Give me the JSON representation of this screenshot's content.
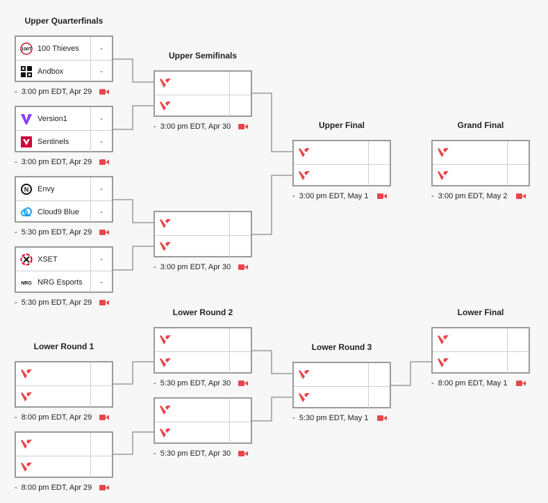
{
  "colors": {
    "accent": "#e8464b",
    "line": "#9a9a9a",
    "border": "#9a9a9a"
  },
  "rounds": {
    "upper_qf": "Upper Quarterfinals",
    "upper_sf": "Upper Semifinals",
    "upper_final": "Upper Final",
    "grand_final": "Grand Final",
    "lower_r1": "Lower Round 1",
    "lower_r2": "Lower Round 2",
    "lower_r3": "Lower Round 3",
    "lower_final": "Lower Final"
  },
  "matches": {
    "qf1": {
      "team1": "100 Thieves",
      "team2": "Andbox",
      "score1": "-",
      "score2": "-",
      "logo1": "100-thieves-logo",
      "logo2": "andbox-logo",
      "time": "3:00 pm EDT, Apr 29"
    },
    "qf2": {
      "team1": "Version1",
      "team2": "Sentinels",
      "score1": "-",
      "score2": "-",
      "logo1": "version1-logo",
      "logo2": "sentinels-logo",
      "time": "3:00 pm EDT, Apr 29"
    },
    "qf3": {
      "team1": "Envy",
      "team2": "Cloud9 Blue",
      "score1": "-",
      "score2": "-",
      "logo1": "envy-logo",
      "logo2": "cloud9-logo",
      "time": "5:30 pm EDT, Apr 29"
    },
    "qf4": {
      "team1": "XSET",
      "team2": "NRG Esports",
      "score1": "-",
      "score2": "-",
      "logo1": "xset-logo",
      "logo2": "nrg-logo",
      "time": "5:30 pm EDT, Apr 29"
    },
    "sf1": {
      "time": "3:00 pm EDT, Apr 30"
    },
    "sf2": {
      "time": "3:00 pm EDT, Apr 30"
    },
    "uf": {
      "time": "3:00 pm EDT, May 1"
    },
    "gf": {
      "time": "3:00 pm EDT, May 2"
    },
    "lr1a": {
      "time": "8:00 pm EDT, Apr 29"
    },
    "lr1b": {
      "time": "8:00 pm EDT, Apr 29"
    },
    "lr2a": {
      "time": "5:30 pm EDT, Apr 30"
    },
    "lr2b": {
      "time": "5:30 pm EDT, Apr 30"
    },
    "lr3": {
      "time": "5:30 pm EDT, May 1"
    },
    "lf": {
      "time": "8:00 pm EDT, May 1"
    }
  },
  "labels": {
    "dash": "-",
    "nrg_badge": "NRG",
    "envy_badge": "N"
  },
  "icons": {
    "tbd": "valorant-logo-icon",
    "stream": "video-camera-icon"
  }
}
